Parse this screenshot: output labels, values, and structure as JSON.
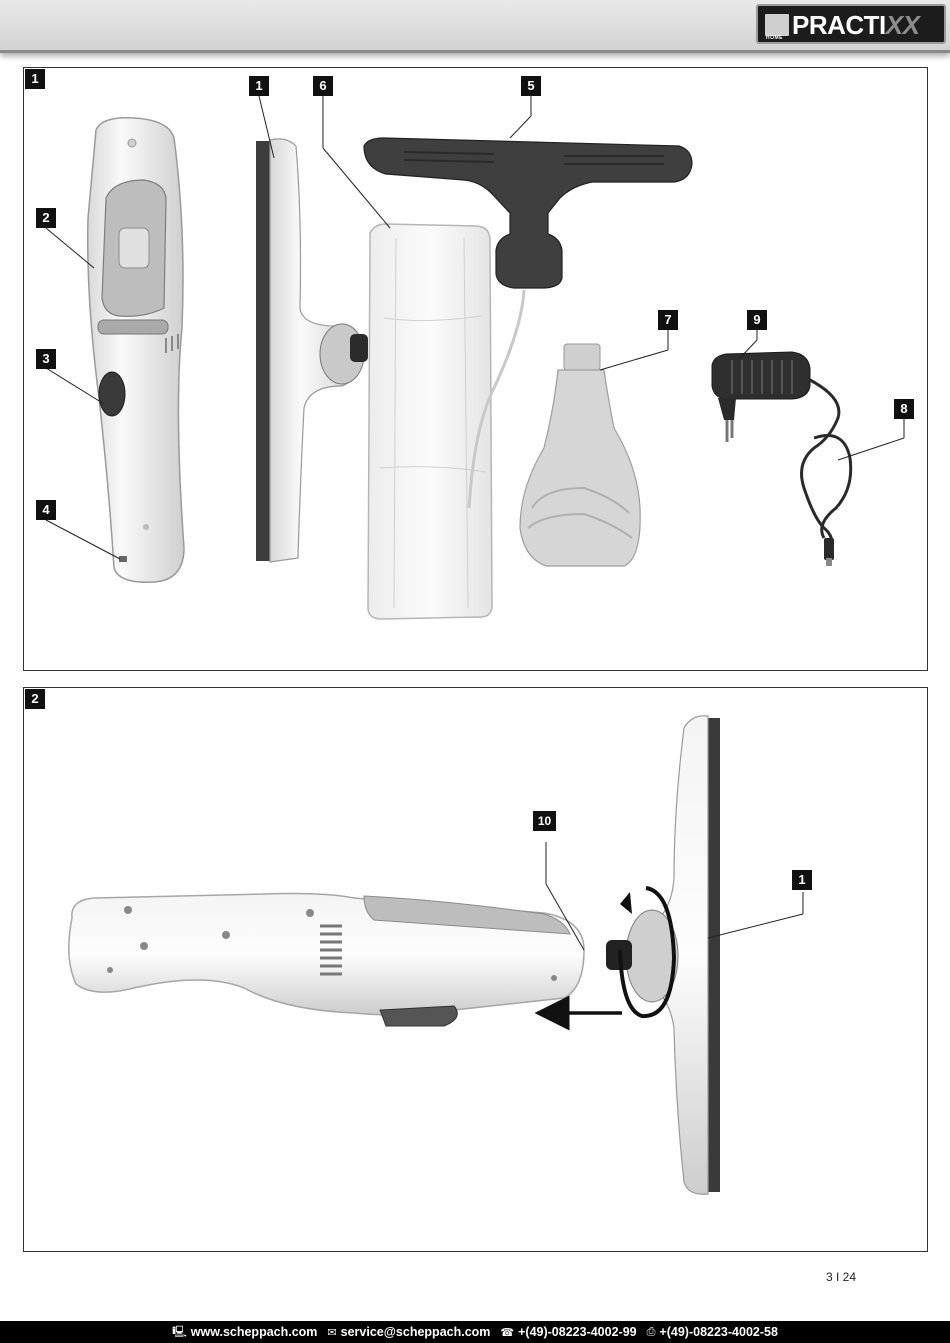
{
  "header": {
    "logo_home": "HOME",
    "logo_main": "PRACTI",
    "logo_xx": "XX"
  },
  "figure1": {
    "number": "1",
    "callouts": [
      "1",
      "2",
      "3",
      "4",
      "5",
      "6",
      "7",
      "8",
      "9"
    ]
  },
  "figure2": {
    "number": "2",
    "callouts": [
      "10",
      "1"
    ]
  },
  "page": "3 I 24",
  "footer": {
    "website": "www.scheppach.com",
    "email": "service@scheppach.com",
    "phone": "+(49)-08223-4002-99",
    "fax": "+(49)-08223-4002-58",
    "icons": [
      "computer-icon",
      "mail-icon",
      "phone-icon",
      "fax-icon"
    ]
  }
}
